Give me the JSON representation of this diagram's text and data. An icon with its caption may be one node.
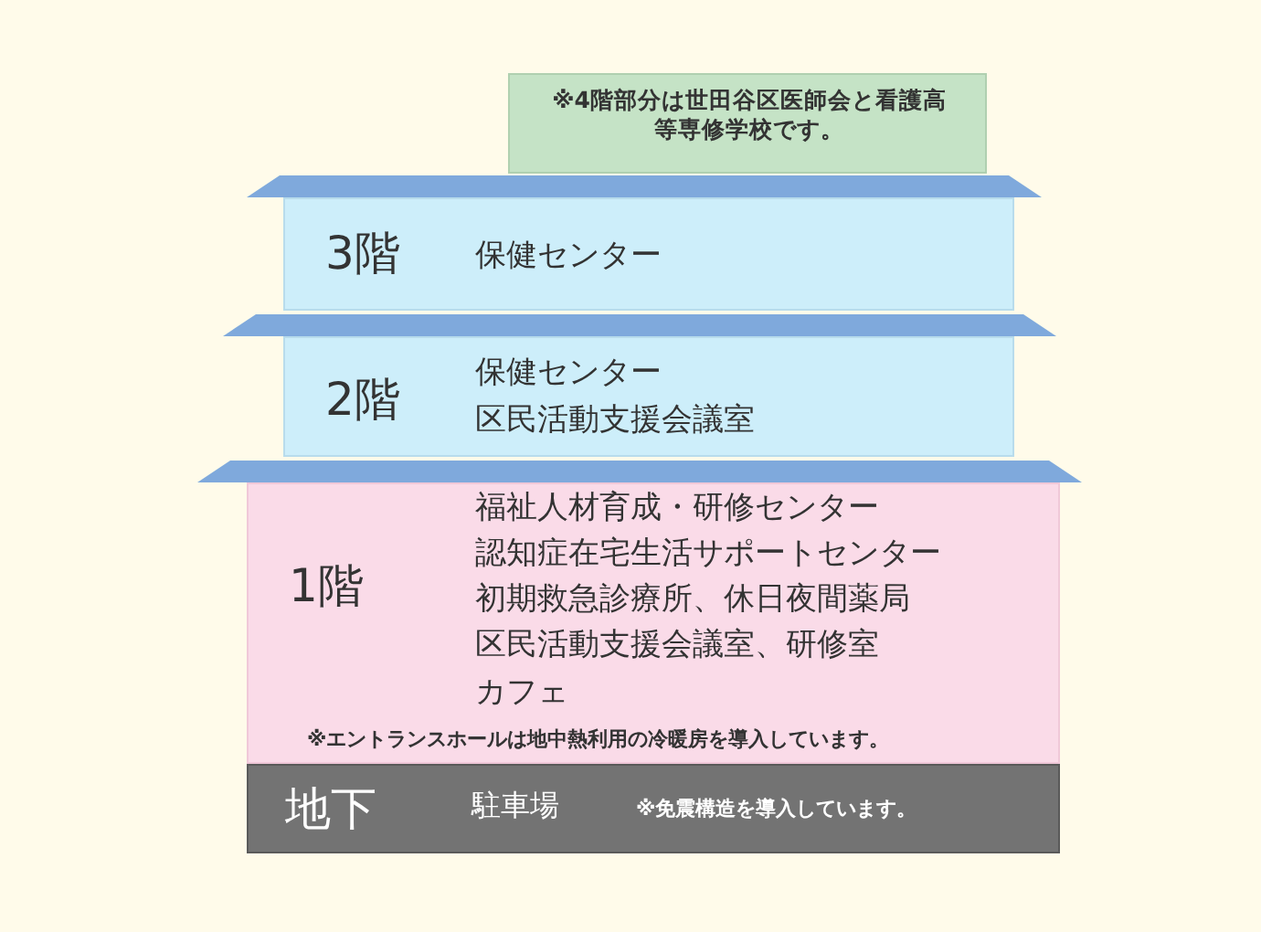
{
  "diagram": {
    "nodes": [
      {
        "text": [
          "※4階部分は世田谷区医師会と看護高等専修学校です。"
        ]
      },
      {
        "text": [
          "3階",
          "保健センター"
        ]
      },
      {
        "text": [
          "2階",
          "保健センター",
          "区民活動支援会議室"
        ]
      },
      {
        "text": [
          "1階",
          "福祉人材育成・研修センター",
          "認知症在宅生活サポートセンター",
          "初期救急診療所、休日夜間薬局",
          "区民活動支援会議室、研修室",
          "カフェ",
          "※エントランスホールは地中熱利用の冷暖房を導入しています。"
        ]
      },
      {
        "text": [
          "地下",
          "駐車場",
          "※免震構造を導入しています。"
        ]
      }
    ]
  }
}
